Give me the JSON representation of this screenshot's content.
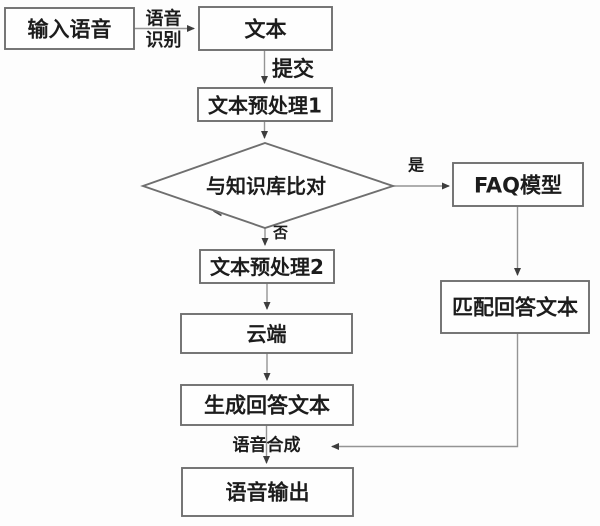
{
  "flowchart": {
    "nodes": {
      "input_speech": "输入语音",
      "text": "文本",
      "text_preprocess_1": "文本预处理1",
      "knowledge_base_compare": "与知识库比对",
      "faq_model": "FAQ模型",
      "match_answer_text": "匹配回答文本",
      "text_preprocess_2": "文本预处理2",
      "cloud": "云端",
      "generate_answer_text": "生成回答文本",
      "speech_output": "语音输出"
    },
    "edge_labels": {
      "speech_recognition_line1": "语音",
      "speech_recognition_line2": "识别",
      "submit": "提交",
      "yes": "是",
      "no": "否",
      "speech_synthesis": "语音合成"
    },
    "colors": {
      "background": "#fdfdfd",
      "node_fill": "#fefefe",
      "node_border": "#6f6f6f",
      "connector": "#949494",
      "arrowhead": "#3d3d3d",
      "text": "#1c1c1c"
    }
  }
}
